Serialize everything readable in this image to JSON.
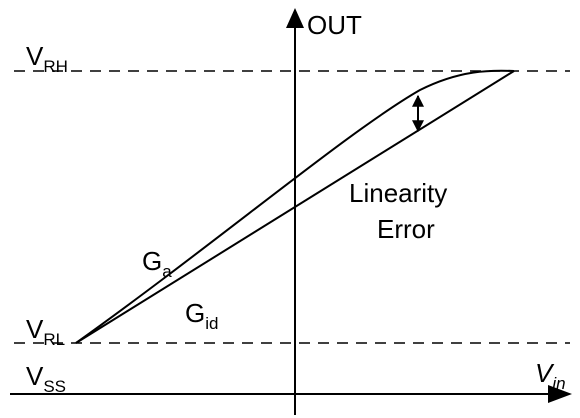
{
  "axes": {
    "y_label": "OUT",
    "x_label_main": "V",
    "x_label_sub": "in"
  },
  "levels": {
    "v_rh_main": "V",
    "v_rh_sub": "RH",
    "v_rl_main": "V",
    "v_rl_sub": "RL",
    "v_ss_main": "V",
    "v_ss_sub": "SS"
  },
  "curves": {
    "actual_main": "G",
    "actual_sub": "a",
    "ideal_main": "G",
    "ideal_sub": "id"
  },
  "annotation": {
    "line1": "Linearity",
    "line2": "Error"
  },
  "colors": {
    "stroke": "#000000",
    "background": "#ffffff"
  }
}
